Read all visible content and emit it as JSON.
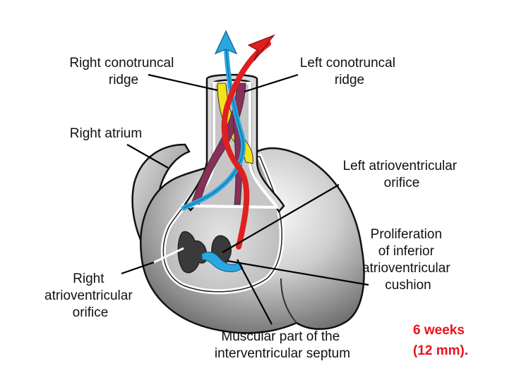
{
  "labels": {
    "right_conotruncal_ridge": [
      "Right conotruncal",
      "ridge"
    ],
    "left_conotruncal_ridge": [
      "Left conotruncal",
      "ridge"
    ],
    "right_atrium": [
      "Right atrium"
    ],
    "left_av_orifice": [
      "Left atrioventricular",
      "orifice"
    ],
    "proliferation": [
      "Proliferation",
      "of inferior",
      "atrioventricular",
      "cushion"
    ],
    "right_av_orifice": [
      "Right",
      "atrioventricular",
      "orifice"
    ],
    "muscular_septum": [
      "Muscular part of the",
      "interventricular septum"
    ]
  },
  "caption": [
    "6 weeks",
    "(12 mm)."
  ],
  "colors": {
    "blue_arrow": "#2aa7e0",
    "red_arrow": "#e02020",
    "ridge_yellow": "#f4e21a",
    "ridge_purple": "#8a2e5a",
    "caption_red": "#e8131b",
    "heart_gray": "#8e8e8e"
  }
}
